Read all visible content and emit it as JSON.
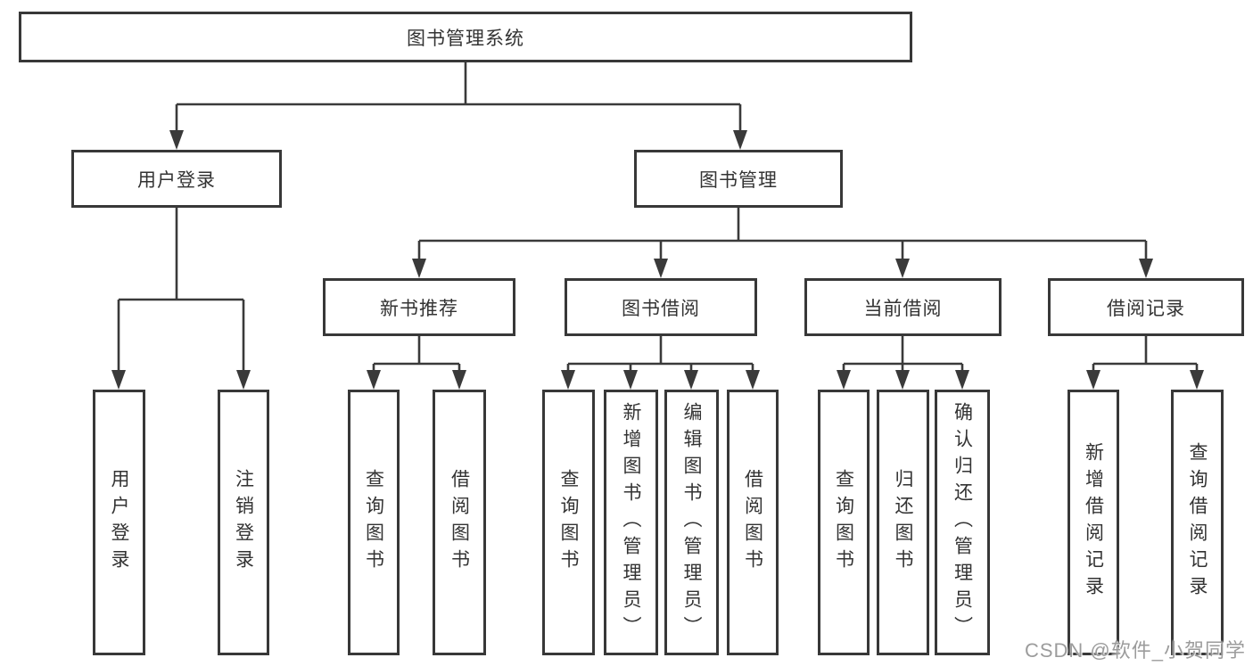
{
  "tree": {
    "root": "图书管理系统",
    "branches": [
      {
        "label": "用户登录",
        "children": [
          "用户登录",
          "注销登录"
        ]
      },
      {
        "label": "图书管理",
        "sections": [
          {
            "label": "新书推荐",
            "children": [
              "查询图书",
              "借阅图书"
            ]
          },
          {
            "label": "图书借阅",
            "children": [
              "查询图书",
              "新增图书（管理员）",
              "编辑图书（管理员）",
              "借阅图书"
            ]
          },
          {
            "label": "当前借阅",
            "children": [
              "查询图书",
              "归还图书",
              "确认归还（管理员）"
            ]
          },
          {
            "label": "借阅记录",
            "children": [
              "新增借阅记录",
              "查询借阅记录"
            ]
          }
        ]
      }
    ]
  },
  "watermark": "CSDN @软件_小贺同学",
  "colors": {
    "line": "#3a3a3a",
    "box_border": "#383838",
    "text": "#333333",
    "background": "#ffffff",
    "watermark": "#949494"
  }
}
